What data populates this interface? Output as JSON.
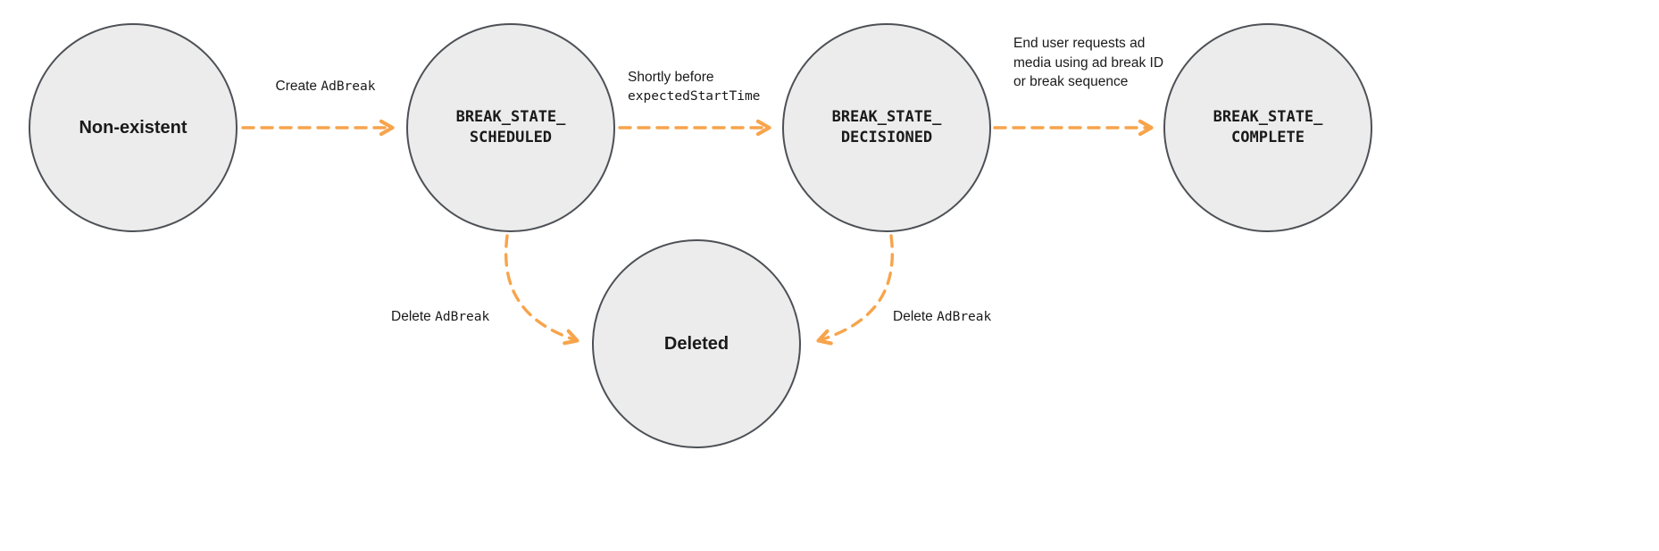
{
  "diagram": {
    "type": "state-diagram",
    "colors": {
      "node_fill": "#ececec",
      "node_border": "#4d5156",
      "arrow": "#f7a44c",
      "text": "#1a1a1a",
      "background": "#ffffff"
    },
    "nodes": [
      {
        "id": "non-existent",
        "label": "Non-existent"
      },
      {
        "id": "break-state-scheduled",
        "label": "BREAK_STATE_\nSCHEDULED"
      },
      {
        "id": "break-state-decisioned",
        "label": "BREAK_STATE_\nDECISIONED"
      },
      {
        "id": "break-state-complete",
        "label": "BREAK_STATE_\nCOMPLETE"
      },
      {
        "id": "deleted",
        "label": "Deleted"
      }
    ],
    "edges": [
      {
        "id": "create",
        "from": "non-existent",
        "to": "break-state-scheduled",
        "label_plain": "Create",
        "label_code": "AdBreak"
      },
      {
        "id": "decision",
        "from": "break-state-scheduled",
        "to": "break-state-decisioned",
        "label_plain": "Shortly before",
        "label_code": "expectedStartTime"
      },
      {
        "id": "complete",
        "from": "break-state-decisioned",
        "to": "break-state-complete",
        "label_plain": "End user requests ad media using ad break ID or break sequence"
      },
      {
        "id": "delete-from-scheduled",
        "from": "break-state-scheduled",
        "to": "deleted",
        "label_plain": "Delete",
        "label_code": "AdBreak"
      },
      {
        "id": "delete-from-decisioned",
        "from": "break-state-decisioned",
        "to": "deleted",
        "label_plain": "Delete",
        "label_code": "AdBreak"
      }
    ]
  }
}
